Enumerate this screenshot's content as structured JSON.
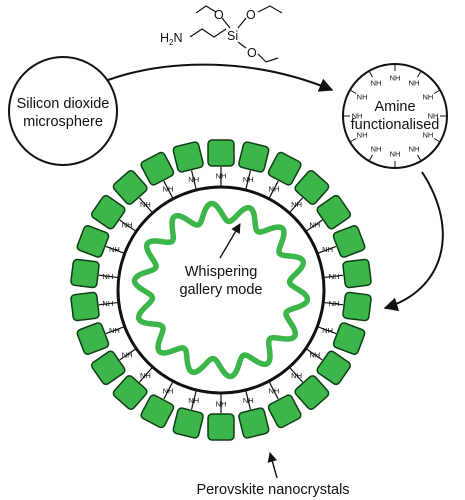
{
  "labels": {
    "silica_line1": "Silicon dioxide",
    "silica_line2": "microsphere",
    "amine_line1": "Amine",
    "amine_line2": "functionalised",
    "wgm_line1": "Whispering",
    "wgm_line2": "gallery mode",
    "perovskite": "Perovskite nanocrystals",
    "amine_group": "NH"
  },
  "reagent": {
    "h2n": "H",
    "h2n_sub": "2",
    "n": "N",
    "si": "Si",
    "o1": "O",
    "o2": "O",
    "o3": "O"
  },
  "colors": {
    "nanocrystal_fill": "#3cb54a",
    "nanocrystal_stroke": "#0d3d14",
    "whispering_wave": "#3cb54a",
    "outline": "#111111"
  },
  "counts": {
    "nanocrystals": 26,
    "small_amine_groups": 12
  }
}
